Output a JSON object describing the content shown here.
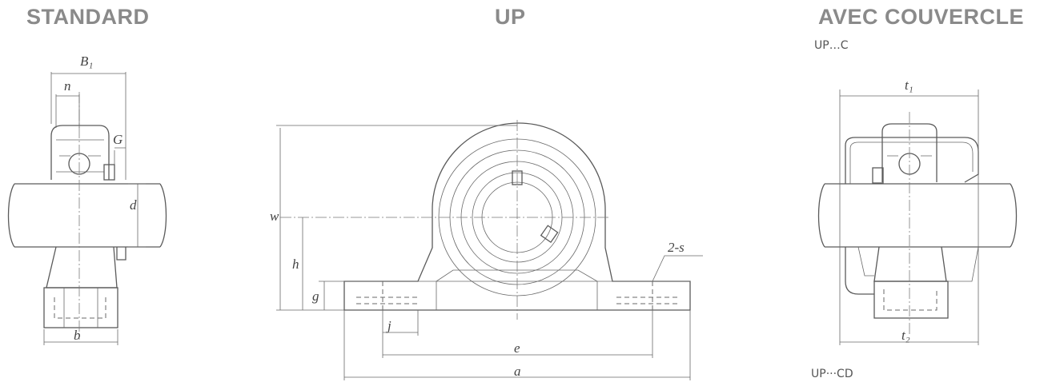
{
  "headings": {
    "standard": "STANDARD",
    "up": "UP",
    "cover": "AVEC COUVERCLE",
    "cover_code": "UP…C",
    "cd_code": "UP···CD"
  },
  "labels": {
    "B1": "B₁",
    "n": "n",
    "G": "G",
    "d": "d",
    "b": "b",
    "w": "w",
    "h": "h",
    "g": "g",
    "j": "j",
    "e": "e",
    "a": "a",
    "s": "2-s",
    "t1": "t₁",
    "t2": "t₂"
  },
  "colors": {
    "ink": "#5a5a5a",
    "heading": "#8a8a8a"
  }
}
